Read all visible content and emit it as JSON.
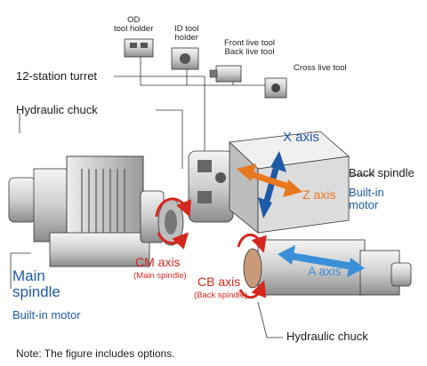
{
  "labels": {
    "od_tool_holder": "OD\ntool holder",
    "id_tool_holder": "ID tool\nholder",
    "front_back_live_tool": "Front live tool\nBack live tool",
    "cross_live_tool": "Cross live tool",
    "turret": "12-station turret",
    "hydraulic_chuck_top": "Hydraulic chuck",
    "main_spindle": "Main\nspindle",
    "main_builtin_motor": "Built-in motor",
    "back_spindle": "Back spindle",
    "back_builtin_motor": "Built-in\nmotor",
    "hydraulic_chuck_bottom": "Hydraulic chuck",
    "note": "Note: The figure includes options."
  },
  "axes": {
    "x_axis": "X axis",
    "z_axis": "Z axis",
    "a_axis": "A axis",
    "cm_axis": "CM axis",
    "cm_sub": "(Main spindle)",
    "cb_axis": "CB axis",
    "cb_sub": "(Back spindle)"
  },
  "colors": {
    "x_arrow": "#1f5aa6",
    "z_arrow": "#e8781e",
    "a_arrow": "#3a8fd8",
    "rotation": "#d6281e",
    "label_blue": "#1f5aa6"
  }
}
